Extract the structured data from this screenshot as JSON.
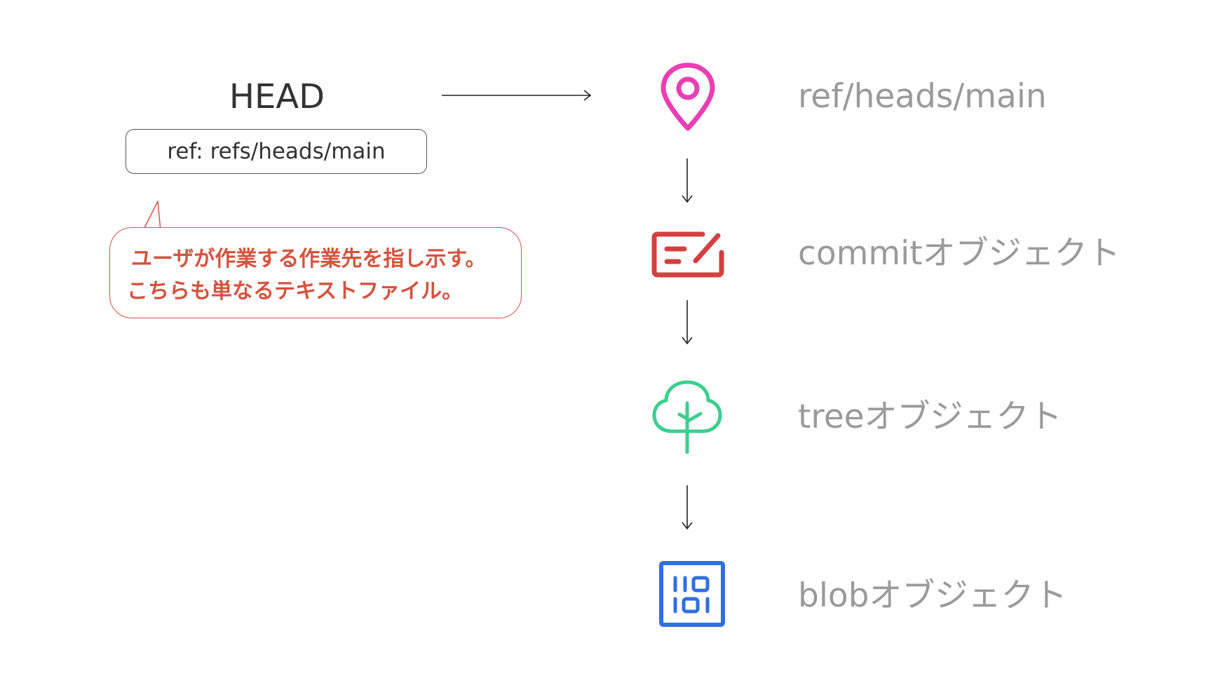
{
  "head": {
    "title": "HEAD",
    "ref_value": "ref: refs/heads/main"
  },
  "callout": {
    "line1": "ユーザが作業する作業先を指し示す。",
    "line2": "こちらも単なるテキストファイル。"
  },
  "chain": [
    {
      "label": "ref/heads/main",
      "icon": "map-pin-icon",
      "color": "#e83fb4"
    },
    {
      "label": "commitオブジェクト",
      "icon": "commit-card-icon",
      "color": "#d44040"
    },
    {
      "label": "treeオブジェクト",
      "icon": "tree-icon",
      "color": "#3ccf8e"
    },
    {
      "label": "blobオブジェクト",
      "icon": "binary-file-icon",
      "color": "#2f6fe0"
    }
  ],
  "colors": {
    "heading_text": "#333333",
    "label_text": "#9a9a9a",
    "callout": "#d4533f",
    "arrow": "#222222"
  }
}
